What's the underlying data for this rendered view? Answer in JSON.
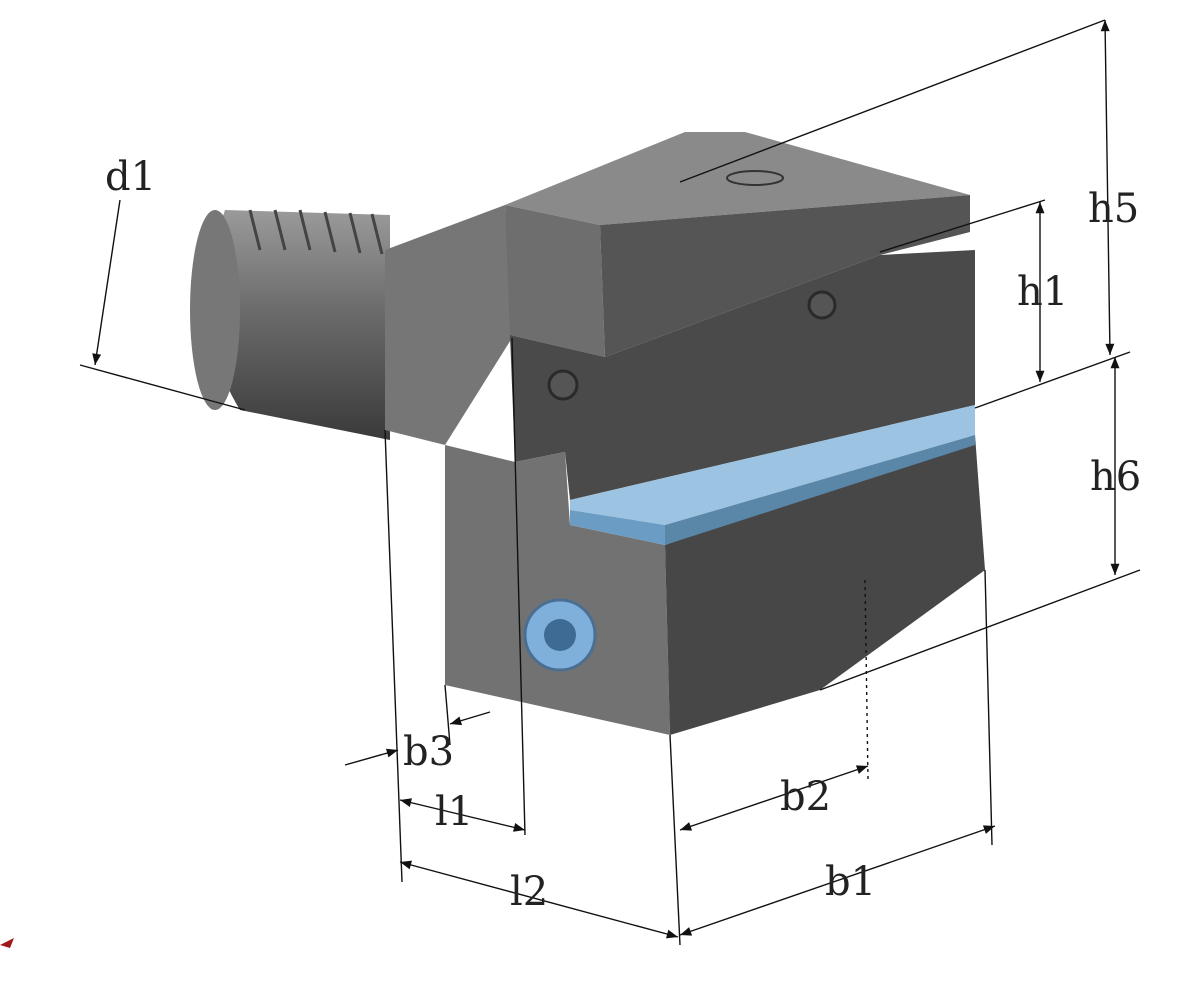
{
  "title": "Tool holder dimension diagram",
  "colors": {
    "body": "#5a5a5a",
    "body_light": "#7a7a7a",
    "body_dark": "#3e3e3e",
    "insert": "#8fb8d8",
    "insert_dark": "#6a9cc4",
    "bolt": "#7fb0dc"
  },
  "labels": {
    "d1": "d1",
    "h5": "h5",
    "h1": "h1",
    "h6": "h6",
    "b3": "b3",
    "l1": "l1",
    "l2": "l2",
    "b2": "b2",
    "b1": "b1"
  }
}
